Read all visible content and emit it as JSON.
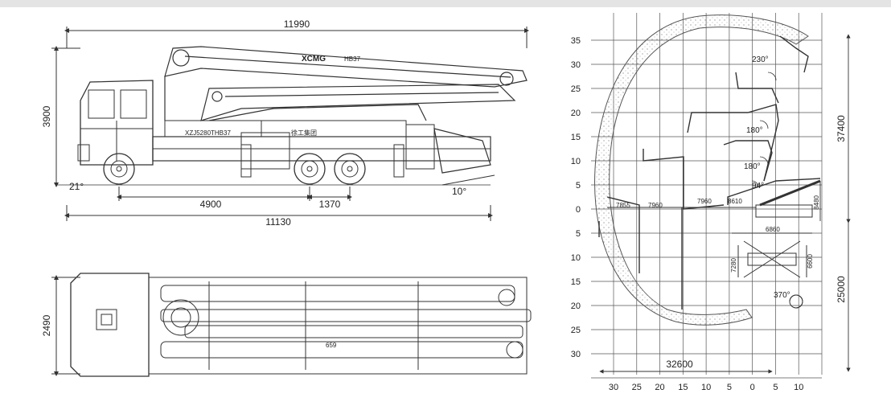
{
  "brand": {
    "logo": "XCMG",
    "model": "HB37",
    "cab_marking": "XZJ5280THB37",
    "sub_marking": "徐工集团"
  },
  "side_view": {
    "overall_length_top": "11990",
    "height": "3900",
    "wheelbase_front": "4900",
    "wheelbase_rear": "1370",
    "overall_length_bottom": "11130",
    "approach_angle": "21°",
    "departure_angle": "10°"
  },
  "top_view": {
    "width": "2490",
    "boom_label": "659"
  },
  "reach_diagram": {
    "y_ticks_upper": [
      "35",
      "30",
      "25",
      "20",
      "15",
      "10",
      "5",
      "0"
    ],
    "y_ticks_lower": [
      "5",
      "10",
      "15",
      "20",
      "25",
      "30"
    ],
    "x_ticks": [
      "30",
      "25",
      "20",
      "15",
      "10",
      "5",
      "0",
      "5",
      "10"
    ],
    "vertical_height_above": "37400",
    "vertical_depth_below": "25000",
    "horizontal_reach": "32600",
    "section_lengths": [
      "7855",
      "7960",
      "7960",
      "8610"
    ],
    "joint_angles": [
      "230°",
      "180°",
      "180°",
      "94°"
    ],
    "slew_angle": "370°",
    "outrigger_front": "6860",
    "outrigger_span": "7280",
    "outrigger_rear": "6600",
    "boom_height_folded": "8480"
  }
}
